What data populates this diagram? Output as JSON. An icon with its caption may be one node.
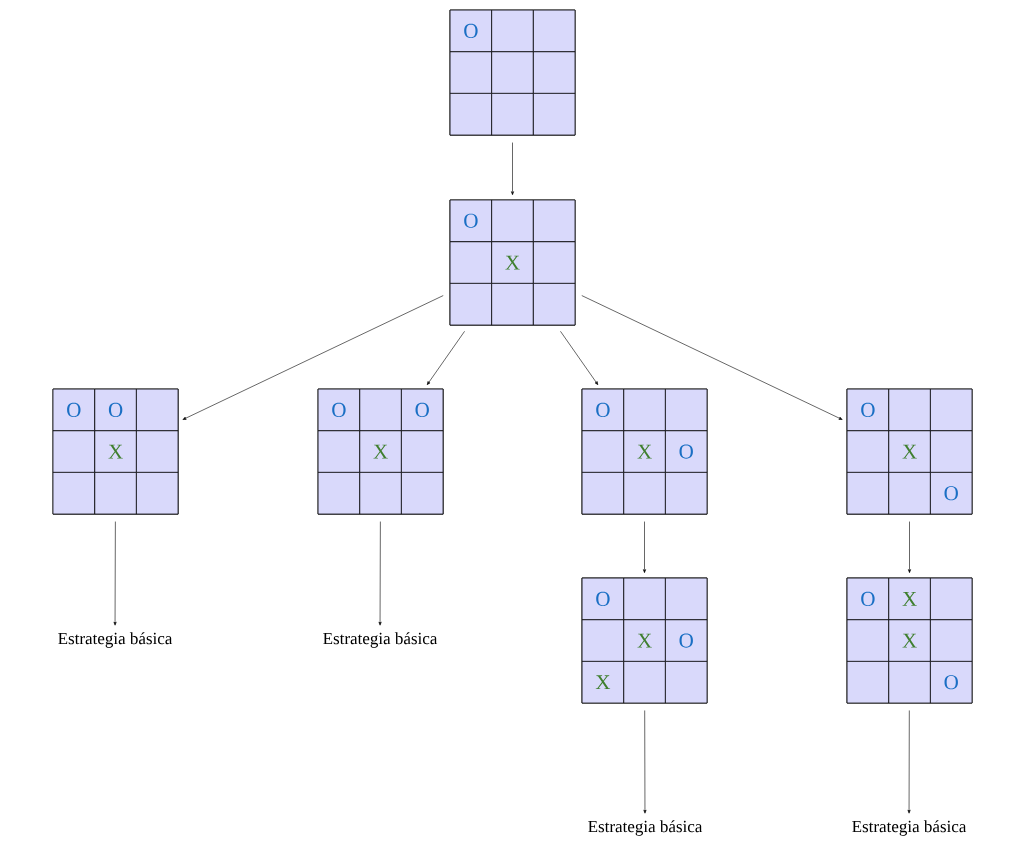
{
  "diagram": {
    "nodes": [
      {
        "text": [],
        "shape": "box"
      },
      {
        "text": [
          "O"
        ],
        "in": 0
      },
      {
        "text": [],
        "shape": "box",
        "in": 0
      },
      {
        "text": [],
        "shape": "box",
        "in": 0
      },
      {
        "text": [],
        "shape": "box",
        "in": 0
      },
      {
        "text": [],
        "shape": "box",
        "in": 0
      },
      {
        "text": [],
        "shape": "box",
        "in": 0
      },
      {
        "text": [],
        "shape": "box",
        "in": 0
      },
      {
        "text": [],
        "shape": "box",
        "in": 0
      },
      {
        "text": [],
        "shape": "box",
        "in": 0
      },
      {
        "text": [],
        "shape": "box"
      },
      {
        "text": [
          "O"
        ],
        "in": 10
      },
      {
        "text": [],
        "shape": "box",
        "in": 10
      },
      {
        "text": [],
        "shape": "box",
        "in": 10
      },
      {
        "text": [],
        "shape": "box",
        "in": 10
      },
      {
        "text": [
          "X"
        ],
        "in": 10
      },
      {
        "text": [],
        "shape": "box",
        "in": 10
      },
      {
        "text": [],
        "shape": "box",
        "in": 10
      },
      {
        "text": [],
        "shape": "box",
        "in": 10
      },
      {
        "text": [],
        "shape": "box",
        "in": 10
      },
      {
        "text": [],
        "shape": "box"
      },
      {
        "text": [
          "O"
        ],
        "in": 20
      },
      {
        "text": [
          "O"
        ],
        "in": 20
      },
      {
        "text": [],
        "shape": "box",
        "in": 20
      },
      {
        "text": [],
        "shape": "box",
        "in": 20
      },
      {
        "text": [
          "X"
        ],
        "in": 20
      },
      {
        "text": [],
        "shape": "box",
        "in": 20
      },
      {
        "text": [],
        "shape": "box",
        "in": 20
      },
      {
        "text": [],
        "shape": "box",
        "in": 20
      },
      {
        "text": [],
        "shape": "box",
        "in": 20
      },
      {
        "text": [],
        "shape": "box"
      },
      {
        "text": [
          "O"
        ],
        "in": 30
      },
      {
        "text": [],
        "shape": "box",
        "in": 30
      },
      {
        "text": [
          "O"
        ],
        "in": 30
      },
      {
        "text": [],
        "shape": "box",
        "in": 30
      },
      {
        "text": [
          "X"
        ],
        "in": 30
      },
      {
        "text": [],
        "shape": "box",
        "in": 30
      },
      {
        "text": [],
        "shape": "box",
        "in": 30
      },
      {
        "text": [],
        "shape": "box",
        "in": 30
      },
      {
        "text": [],
        "shape": "box",
        "in": 30
      },
      {
        "text": [],
        "shape": "box"
      },
      {
        "text": [
          "O"
        ],
        "in": 40
      },
      {
        "text": [],
        "shape": "box",
        "in": 40
      },
      {
        "text": [],
        "shape": "box",
        "in": 40
      },
      {
        "text": [],
        "shape": "box",
        "in": 40
      },
      {
        "text": [
          "X"
        ],
        "in": 40
      },
      {
        "text": [
          "O"
        ],
        "in": 40
      },
      {
        "text": [],
        "shape": "box",
        "in": 40
      },
      {
        "text": [],
        "shape": "box",
        "in": 40
      },
      {
        "text": [],
        "shape": "box",
        "in": 40
      },
      {
        "text": [],
        "shape": "box"
      },
      {
        "text": [
          "O"
        ],
        "in": 50
      },
      {
        "text": [],
        "shape": "box",
        "in": 50
      },
      {
        "text": [],
        "shape": "box",
        "in": 50
      },
      {
        "text": [],
        "shape": "box",
        "in": 50
      },
      {
        "text": [
          "X"
        ],
        "in": 50
      },
      {
        "text": [],
        "shape": "box",
        "in": 50
      },
      {
        "text": [],
        "shape": "box",
        "in": 50
      },
      {
        "text": [],
        "shape": "box",
        "in": 50
      },
      {
        "text": [
          "O"
        ],
        "in": 50
      },
      {
        "text": [],
        "shape": "box"
      },
      {
        "text": [
          "O"
        ],
        "in": 60
      },
      {
        "text": [],
        "shape": "box",
        "in": 60
      },
      {
        "text": [],
        "shape": "box",
        "in": 60
      },
      {
        "text": [],
        "shape": "box",
        "in": 60
      },
      {
        "text": [
          "X"
        ],
        "in": 60
      },
      {
        "text": [
          "O"
        ],
        "in": 60
      },
      {
        "text": [
          "X"
        ],
        "in": 60
      },
      {
        "text": [],
        "shape": "box",
        "in": 60
      },
      {
        "text": [],
        "shape": "box",
        "in": 60
      },
      {
        "text": [],
        "shape": "box"
      },
      {
        "text": [
          "O"
        ],
        "in": 70
      },
      {
        "text": [
          "X"
        ],
        "in": 70
      },
      {
        "text": [],
        "shape": "box",
        "in": 70
      },
      {
        "text": [],
        "shape": "box",
        "in": 70
      },
      {
        "text": [
          "X"
        ],
        "in": 70
      },
      {
        "text": [],
        "shape": "box",
        "in": 70
      },
      {
        "text": [],
        "shape": "box",
        "in": 70
      },
      {
        "text": [],
        "shape": "box",
        "in": 70
      },
      {
        "text": [
          "O"
        ],
        "in": 70
      },
      {
        "text": [
          "Estrategia básica"
        ]
      },
      {
        "text": [
          "Estrategia básica"
        ]
      },
      {
        "text": [
          "Estrategia básica"
        ]
      },
      {
        "text": [
          "Estrategia básica"
        ]
      }
    ],
    "edges": [
      {
        "from": 0,
        "to": 10,
        "arrow": "to"
      },
      {
        "from": 10,
        "to": 20,
        "arrow": "to"
      },
      {
        "from": 10,
        "to": 30,
        "arrow": "to"
      },
      {
        "from": 10,
        "to": 40,
        "arrow": "to"
      },
      {
        "from": 10,
        "to": 50,
        "arrow": "to"
      },
      {
        "from": 20,
        "to": 80,
        "arrow": "to"
      },
      {
        "from": 30,
        "to": 81,
        "arrow": "to"
      },
      {
        "from": 40,
        "to": 60,
        "arrow": "to"
      },
      {
        "from": 50,
        "to": 70,
        "arrow": "to"
      },
      {
        "from": 60,
        "to": 82,
        "arrow": "to"
      },
      {
        "from": 70,
        "to": 83,
        "arrow": "to"
      }
    ]
  }
}
